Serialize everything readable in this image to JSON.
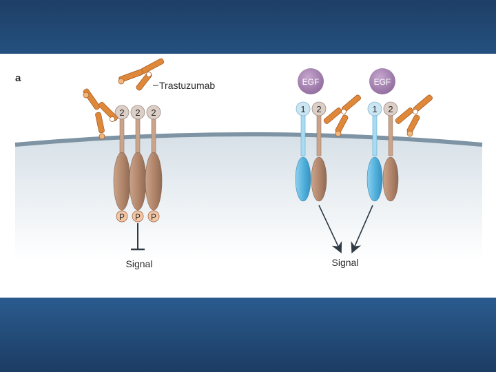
{
  "panel_label": "a",
  "drug_label": "Trastuzumab",
  "left": {
    "domain_labels": [
      "2",
      "2",
      "2"
    ],
    "phospho_labels": [
      "P",
      "P",
      "P"
    ],
    "signal_label": "Signal"
  },
  "right": {
    "ligand_labels": [
      "EGF",
      "EGF"
    ],
    "domain_labels": [
      "1",
      "2",
      "1",
      "2"
    ],
    "signal_label": "Signal"
  },
  "colors": {
    "band_dark": "#1e3f66",
    "her2_receptor": "#b48c72",
    "egfr_receptor": "#5bb3dc",
    "egf_ligand": "#a987b3",
    "antibody": "#e0883a",
    "membrane": "#7e93a3"
  }
}
